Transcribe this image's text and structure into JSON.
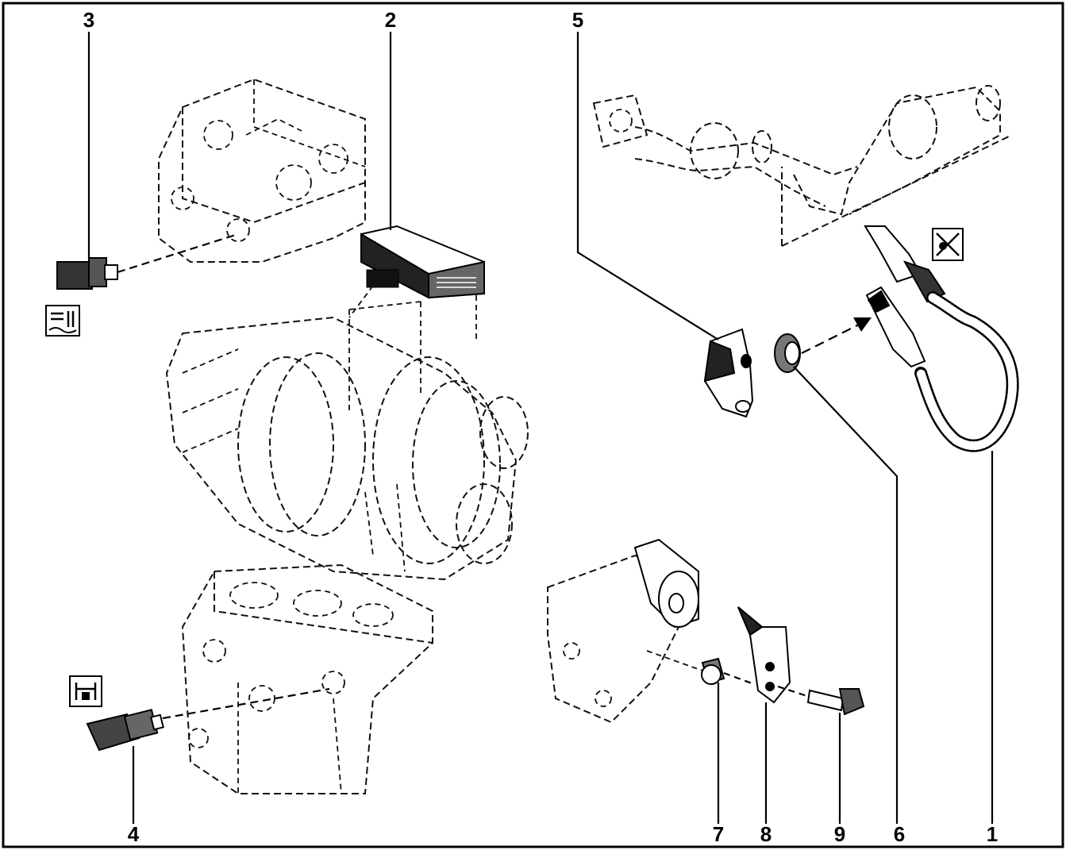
{
  "diagram": {
    "callouts": [
      "1",
      "2",
      "3",
      "4",
      "5",
      "6",
      "7",
      "8",
      "9"
    ],
    "icons": [
      "coolant-temperature-symbol-icon",
      "knock-sensor-symbol-icon",
      "no-lubricant-symbol-icon"
    ],
    "colors": {
      "ink": "#000000",
      "paper": "#ffffff"
    }
  }
}
